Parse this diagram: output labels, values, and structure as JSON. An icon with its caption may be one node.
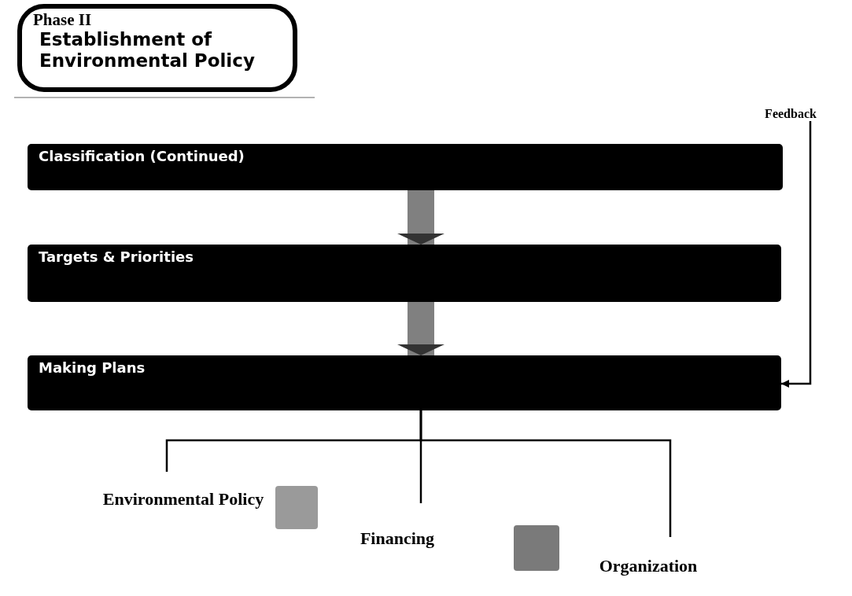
{
  "diagram": {
    "nodes": [
      {
        "text": [
          "Phase II",
          "Establishment of Environmental Policy"
        ]
      },
      {
        "text": [
          "Feedback"
        ]
      },
      {
        "text": [
          "Classification (Continued)"
        ]
      },
      {
        "text": [
          "Targets & Priorities"
        ]
      },
      {
        "text": [
          "Making Plans"
        ]
      },
      {
        "text": [
          "Environmental Policy"
        ]
      },
      {
        "text": [
          "Financing"
        ]
      },
      {
        "text": [
          "Organization"
        ]
      }
    ],
    "edges": [
      {
        "from": 2,
        "to": 3,
        "arrow": "to",
        "style": "thick",
        "color": "#808080"
      },
      {
        "from": 3,
        "to": 4,
        "arrow": "to",
        "style": "thick",
        "color": "#808080"
      },
      {
        "from": 1,
        "to": 4,
        "arrow": "to"
      },
      {
        "from": 4,
        "to": 5,
        "arrow": "none"
      },
      {
        "from": 4,
        "to": 6,
        "arrow": "none"
      },
      {
        "from": 4,
        "to": 7,
        "arrow": "none"
      }
    ]
  }
}
